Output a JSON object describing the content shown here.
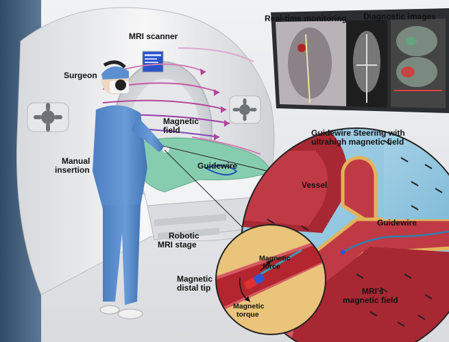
{
  "labels": {
    "mri_scanner": "MRI scanner",
    "surgeon": "Surgeon",
    "magnetic_field_l1": "Magnetic",
    "magnetic_field_l2": "field",
    "manual_insertion_l1": "Manual",
    "manual_insertion_l2": "insertion",
    "guidewire_main": "Guidewire",
    "robotic_l1": "Robotic",
    "robotic_l2": "MRI stage",
    "distal_l1": "Magnetic",
    "distal_l2": "distal tip",
    "realtime_monitoring": "Real-time monitoring",
    "diagnostic_images": "Diagnostic images",
    "steering_l1": "Guidewire Steering with",
    "steering_l2": "ultrahigh magnetic field",
    "vessel": "Vessel",
    "guidewire_zoom": "Guidewire",
    "mri_field_l1": "MRI's",
    "mri_field_l2": "magnetic field",
    "magnetic_force_l1": "Magnetic",
    "magnetic_force_l2": "force",
    "magnetic_torque_l1": "Magnetic",
    "magnetic_torque_l2": "torque"
  },
  "colors": {
    "scrubs": "#5b8fd0",
    "drape": "#7fc7a9",
    "vessel_wall": "#b3262f",
    "blood_bg": "#8fc6df",
    "tissue": "#e9c47a",
    "magnet_field_arrows": "#c03c8c",
    "guidewire": "#2a6fa8",
    "tip_red": "#e03030",
    "tip_blue": "#2f56d6"
  }
}
